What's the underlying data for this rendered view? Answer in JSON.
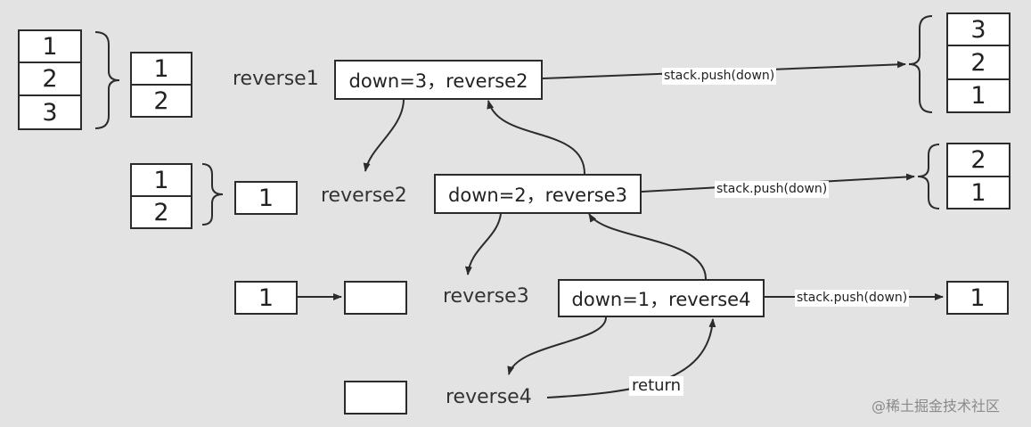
{
  "stacks": {
    "initial": [
      "1",
      "2",
      "3"
    ],
    "after_pop_1": [
      "1",
      "2"
    ],
    "after_pop_2": [
      "1"
    ],
    "level3_left": "1",
    "empty_1": "",
    "empty_2": ""
  },
  "calls": {
    "reverse1": {
      "label": "reverse1",
      "box": "down=3，reverse2"
    },
    "reverse2": {
      "label": "reverse2",
      "box": "down=2，reverse3"
    },
    "reverse3": {
      "label": "reverse3",
      "box": "down=1，reverse4"
    },
    "reverse4": {
      "label": "reverse4"
    }
  },
  "pushes": {
    "p1": "stack.push(down)",
    "p2": "stack.push(down)",
    "p3": "stack.push(down)"
  },
  "results": {
    "r1": [
      "3",
      "2",
      "1"
    ],
    "r2": [
      "2",
      "1"
    ],
    "r3": "1"
  },
  "return_label": "return",
  "watermark": "@稀土掘金技术社区"
}
